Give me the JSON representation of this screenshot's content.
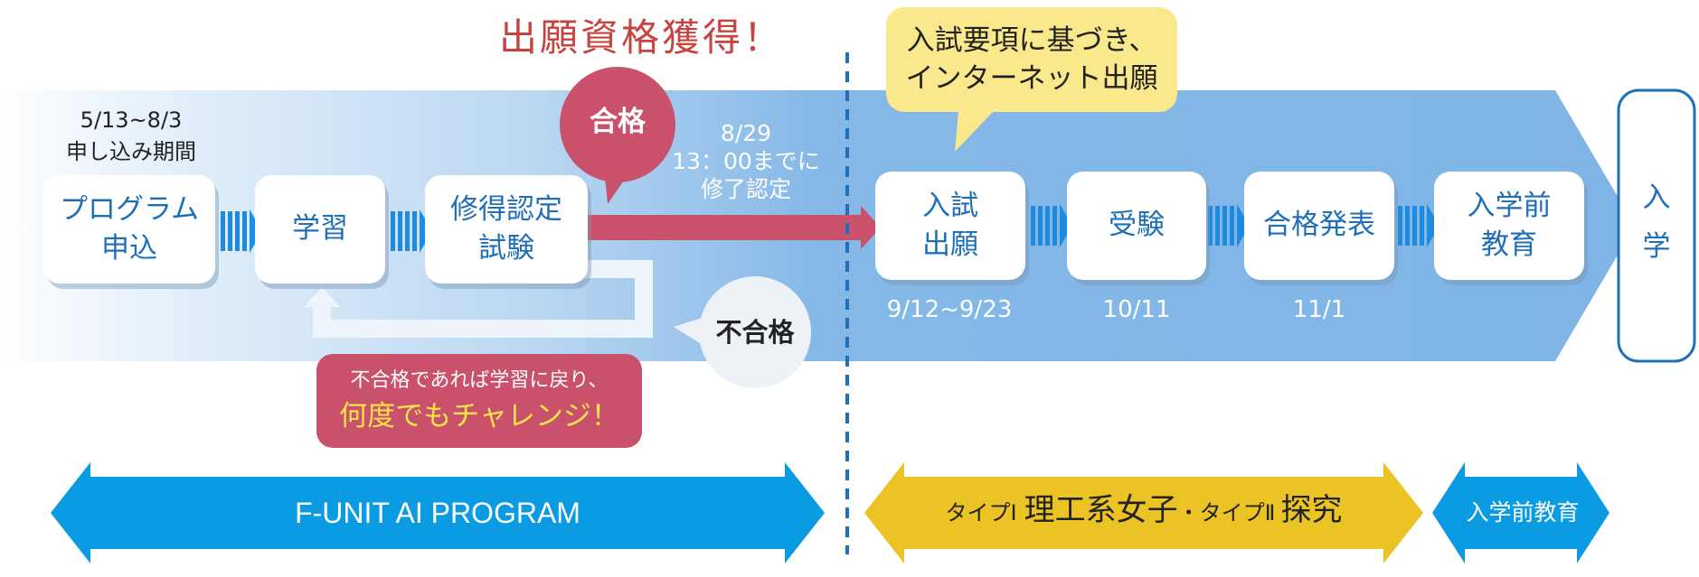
{
  "headline": "出願資格獲得！",
  "apply_period": {
    "dates": "5/13~8/3",
    "label": "申し込み期間"
  },
  "steps": [
    {
      "line1": "プログラム",
      "line2": "申込"
    },
    {
      "line1": "学習",
      "line2": ""
    },
    {
      "line1": "修得認定",
      "line2": "試験"
    }
  ],
  "pass_badge": "合格",
  "fail_badge": "不合格",
  "deadline": {
    "date": "8/29",
    "time": "13：00までに",
    "action": "修了認定"
  },
  "retry_note": {
    "line1": "不合格であれば学習に戻り、",
    "line2": "何度でもチャレンジ！"
  },
  "entry_callout": {
    "line1": "入試要項に基づき、",
    "line2": "インターネット出願"
  },
  "exam_steps": [
    {
      "line1": "入試",
      "line2": "出願",
      "date": "9/12~9/23"
    },
    {
      "line1": "受験",
      "line2": "",
      "date": "10/11"
    },
    {
      "line1": "合格発表",
      "line2": "",
      "date": "11/1"
    },
    {
      "line1": "入学前",
      "line2": "教育",
      "date": ""
    }
  ],
  "enrollment": {
    "char1": "入",
    "char2": "学"
  },
  "phases": {
    "program": "F-UNIT AI PROGRAM",
    "types_pre1": "タイプ",
    "types_num1": "Ⅰ",
    "types_main1": "理工系女子",
    "types_sep": "・",
    "types_pre2": "タイプ",
    "types_num2": "Ⅱ",
    "types_main2": "探究",
    "pre_entry": "入学前教育"
  },
  "colors": {
    "band_light": "#dcebf8",
    "band_blue": "#7fb5e6",
    "box_text": "#1f6fb8",
    "pass_red": "#c9516b",
    "headline_red": "#c8423f",
    "callout_yellow": "#f9e88c",
    "phase_blue": "#0b9be2",
    "phase_yellow": "#ecc324",
    "divider": "#1f6fb8"
  }
}
